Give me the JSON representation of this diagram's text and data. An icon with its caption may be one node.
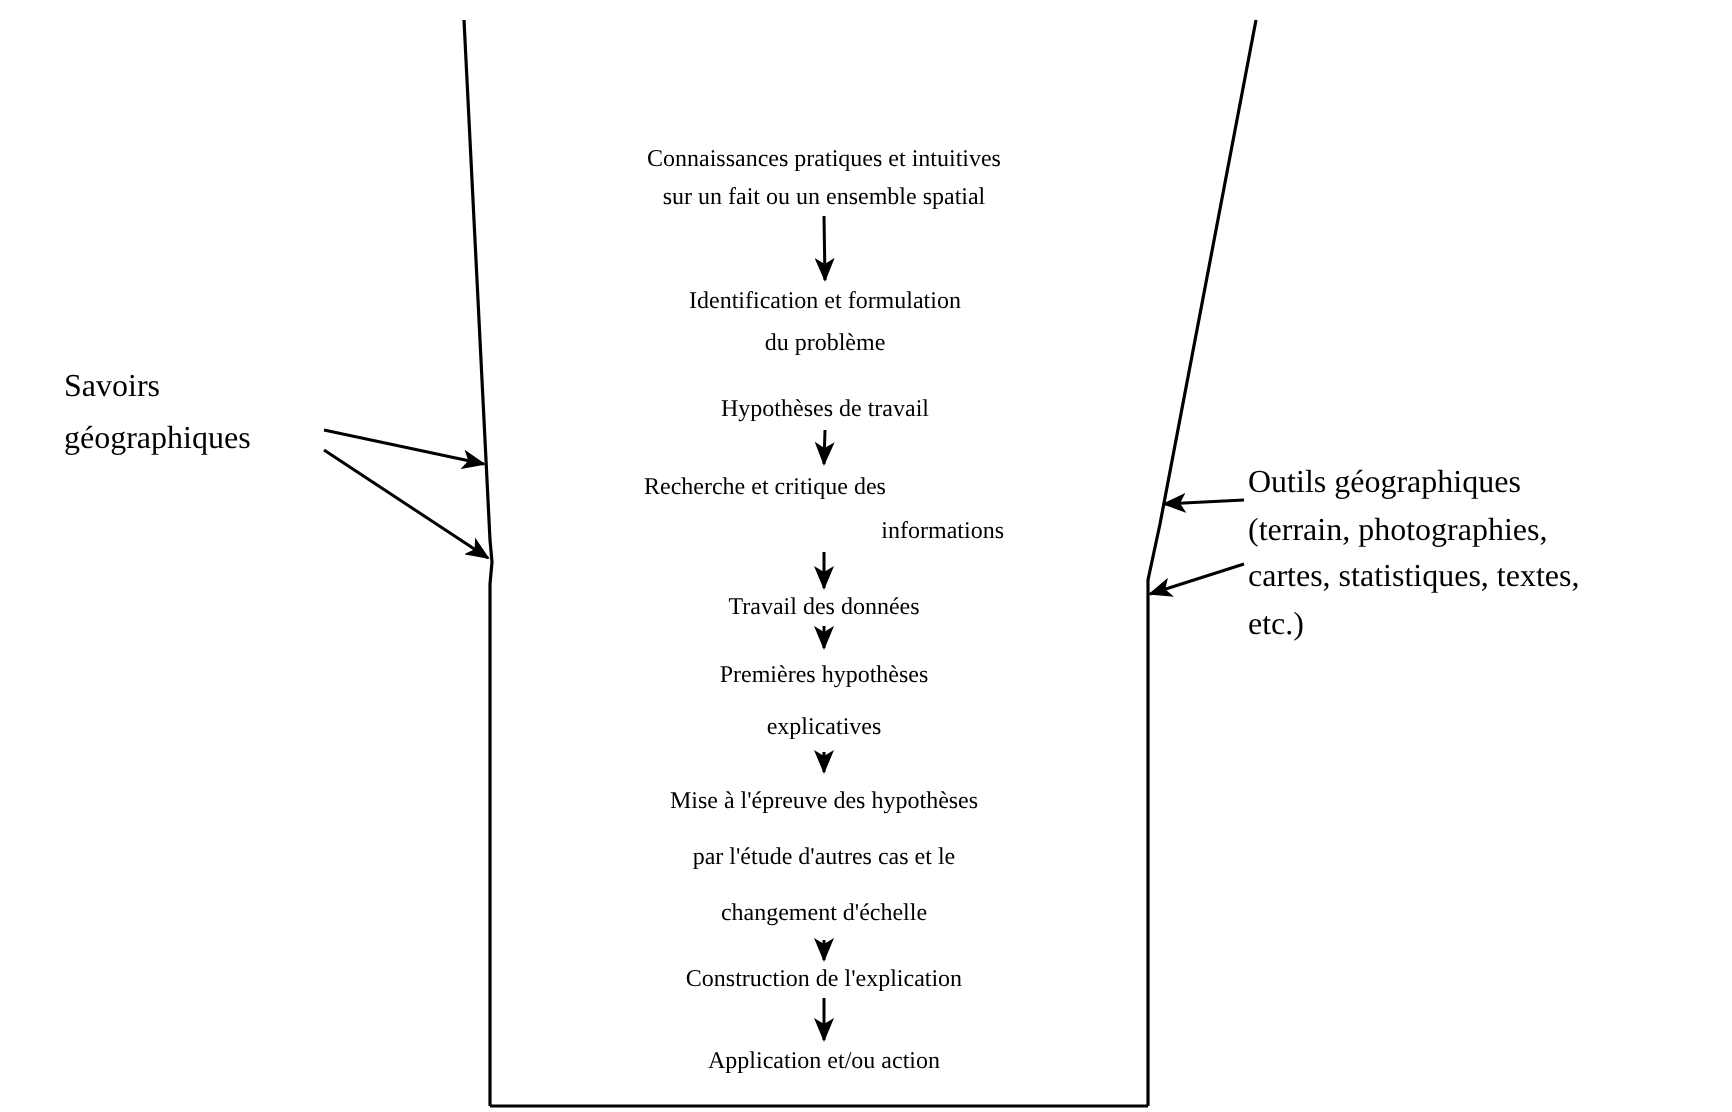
{
  "diagram": {
    "nodes": [
      {
        "text": [],
        "shape": "funnel"
      },
      {
        "text": [
          "Connaissances pratiques et intuitives sur un fait ou un ensemble spatial"
        ],
        "in": 0
      },
      {
        "text": [
          "Identification et formulation du problème",
          "Hypothèses de travail"
        ],
        "in": 0
      },
      {
        "text": [
          "Recherche et critique des informations"
        ],
        "in": 0
      },
      {
        "text": [
          "Travail des données"
        ],
        "in": 0
      },
      {
        "text": [
          "Premières hypothèses explicatives"
        ],
        "in": 0
      },
      {
        "text": [
          "Mise à l'épreuve des hypothèses par l'étude d'autres cas et le changement d'échelle"
        ],
        "in": 0
      },
      {
        "text": [
          "Construction de l'explication"
        ],
        "in": 0
      },
      {
        "text": [
          "Application et/ou action"
        ],
        "in": 0
      },
      {
        "text": [
          "Savoirs géographiques"
        ]
      },
      {
        "text": [
          "Outils géographiques (terrain, photographies, cartes, statistiques, textes, etc.)"
        ]
      }
    ],
    "edges": [
      {
        "from": 1,
        "to": 2,
        "arrow": "to"
      },
      {
        "from": 2,
        "to": 3,
        "arrow": "to"
      },
      {
        "from": 3,
        "to": 4,
        "arrow": "to"
      },
      {
        "from": 4,
        "to": 5,
        "arrow": "to"
      },
      {
        "from": 5,
        "to": 6,
        "arrow": "to"
      },
      {
        "from": 6,
        "to": 7,
        "arrow": "to"
      },
      {
        "from": 7,
        "to": 8,
        "arrow": "to"
      },
      {
        "from": 9,
        "to": 0,
        "arrow": "to"
      },
      {
        "from": 9,
        "to": 0,
        "arrow": "to"
      },
      {
        "from": 10,
        "to": 0,
        "arrow": "to"
      },
      {
        "from": 10,
        "to": 0,
        "arrow": "to"
      }
    ]
  }
}
